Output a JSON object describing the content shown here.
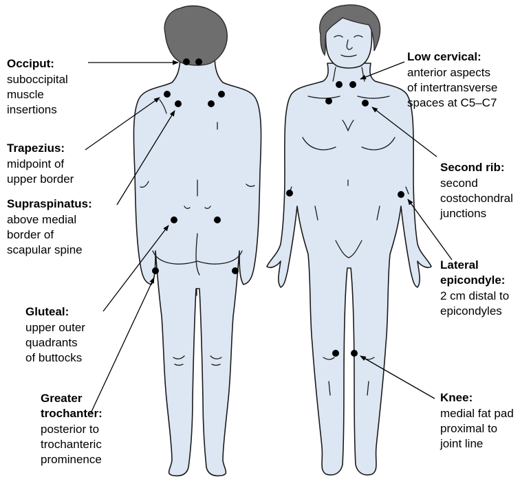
{
  "colors": {
    "body": "#dde7f3",
    "outline": "#1a1a1a",
    "hair": "#6e6e6e",
    "point": "#000000"
  },
  "labels": {
    "occiput": {
      "title": "Occiput:",
      "lines": [
        "suboccipital",
        "muscle",
        "insertions"
      ]
    },
    "trapezius": {
      "title": "Trapezius:",
      "lines": [
        "midpoint of",
        "upper border"
      ]
    },
    "supraspinatus": {
      "title": "Supraspinatus:",
      "lines": [
        "above medial",
        "border of",
        "scapular spine"
      ]
    },
    "gluteal": {
      "title": "Gluteal:",
      "lines": [
        "upper outer",
        "quadrants",
        "of buttocks"
      ]
    },
    "greater_trochanter": {
      "title": [
        "Greater",
        "trochanter:"
      ],
      "lines": [
        "posterior to",
        "trochanteric",
        "prominence"
      ]
    },
    "low_cervical": {
      "title": "Low cervical:",
      "lines": [
        "anterior aspects",
        "of intertransverse",
        "spaces at C5–C7"
      ]
    },
    "second_rib": {
      "title": "Second rib:",
      "lines": [
        "second",
        "costochondral",
        "junctions"
      ]
    },
    "lateral_epicondyle": {
      "title": [
        "Lateral",
        "epicondyle:"
      ],
      "lines": [
        "2 cm distal to",
        "epicondyles"
      ]
    },
    "knee": {
      "title": "Knee:",
      "lines": [
        "medial fat pad",
        "proximal to",
        "joint line"
      ]
    }
  }
}
